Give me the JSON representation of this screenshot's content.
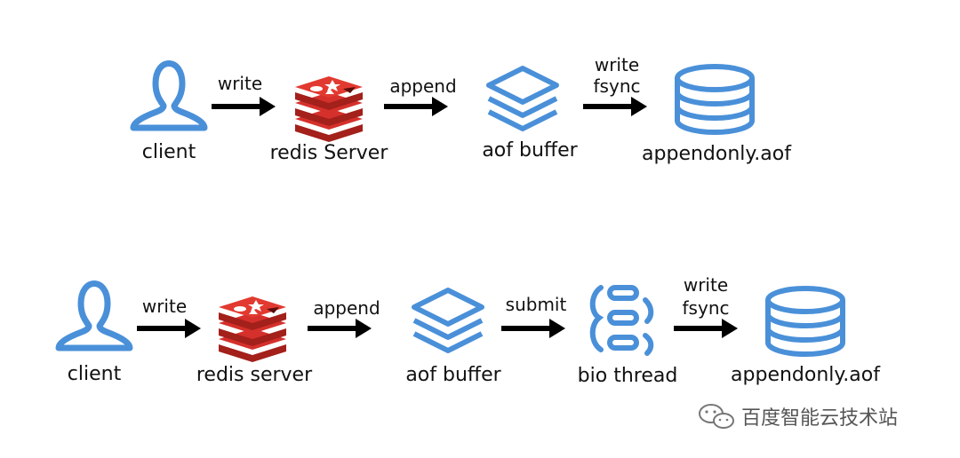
{
  "colors": {
    "blue": "#4a90d9",
    "redis_red": "#d5302b",
    "redis_dark": "#a3201b",
    "arrow": "#000000",
    "text": "#111111",
    "watermark": "#555555"
  },
  "icons": {
    "client": "user-outline-icon",
    "redis": "redis-logo-icon",
    "buffer": "layers-stack-icon",
    "file": "database-cylinder-icon",
    "thread": "bio-thread-icon",
    "watermark": "wechat-icon"
  },
  "row1": {
    "client_label": "client",
    "server_label": "redis Server",
    "buffer_label": "aof buffer",
    "file_label": "appendonly.aof",
    "arrow1_label": "write",
    "arrow2_label": "append",
    "arrow3_label_line1": "write",
    "arrow3_label_line2": "fsync"
  },
  "row2": {
    "client_label": "client",
    "server_label": "redis server",
    "buffer_label": "aof buffer",
    "thread_label": "bio thread",
    "file_label": "appendonly.aof",
    "arrow1_label": "write",
    "arrow2_label": "append",
    "arrow3_label": "submit",
    "arrow4_label_line1": "write",
    "arrow4_label_line2": "fsync"
  },
  "watermark": {
    "text": "百度智能云技术站"
  }
}
